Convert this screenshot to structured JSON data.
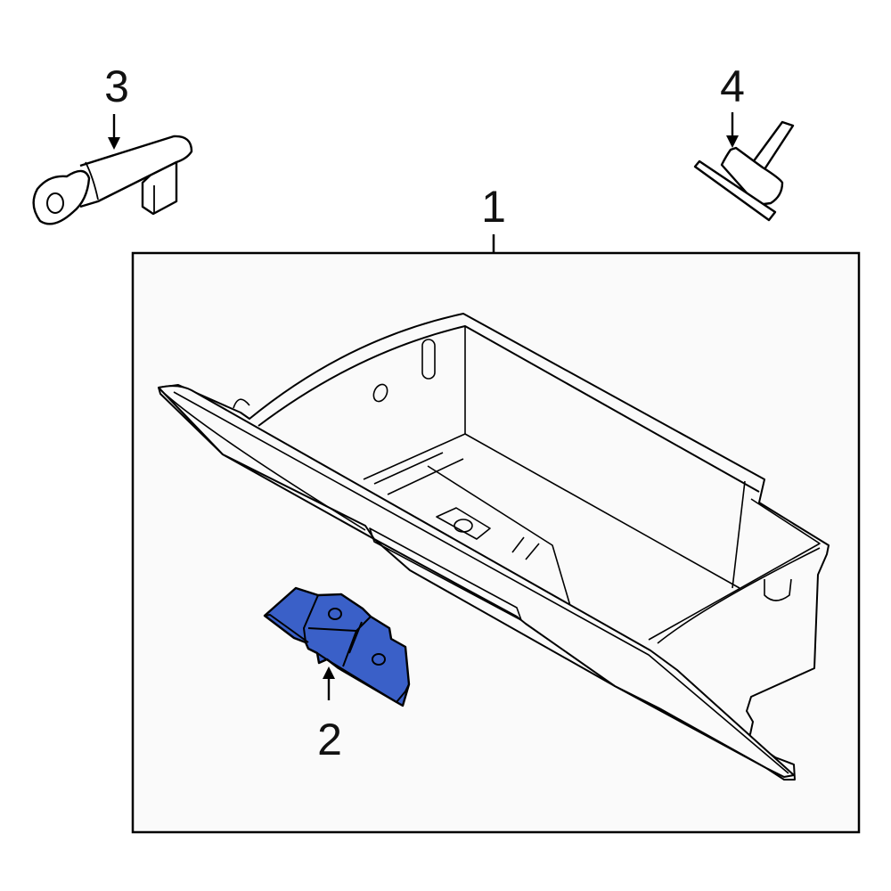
{
  "diagram": {
    "type": "exploded-parts-diagram",
    "colors": {
      "background": "#ffffff",
      "assembly_box_fill": "#fafafa",
      "line": "#000000",
      "highlight_part": "#3a60c8"
    },
    "callouts": [
      {
        "id": "1",
        "label": "1",
        "part": "glove-box-assembly"
      },
      {
        "id": "2",
        "label": "2",
        "part": "bracket",
        "highlighted": true
      },
      {
        "id": "3",
        "label": "3",
        "part": "key"
      },
      {
        "id": "4",
        "label": "4",
        "part": "bumper-stop"
      }
    ]
  }
}
